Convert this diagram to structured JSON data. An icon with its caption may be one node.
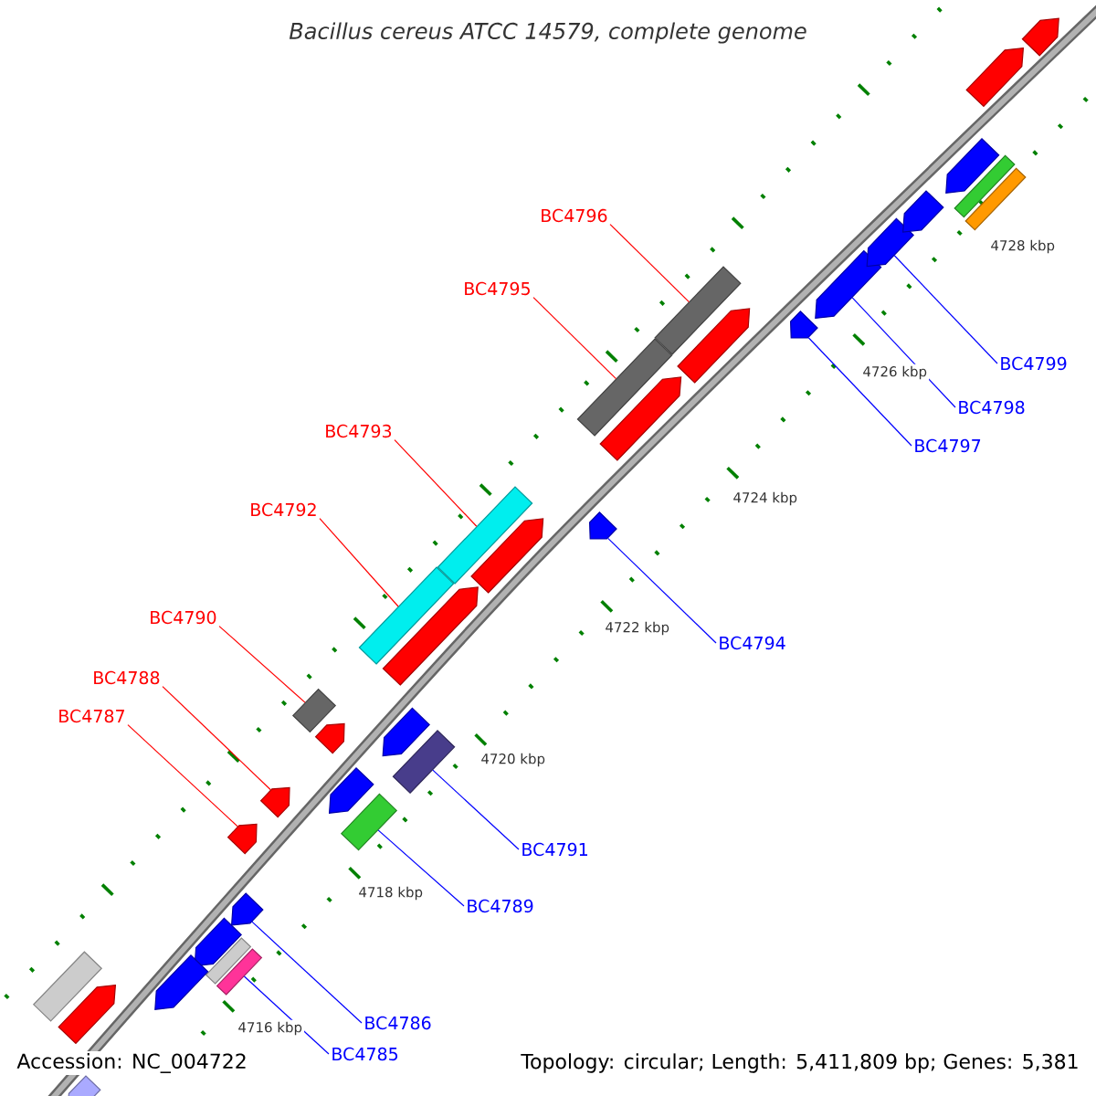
{
  "diagram": {
    "title": "Bacillus cereus ATCC 14579, complete genome",
    "nodes": [
      {
        "text": [
          "BC4796"
        ]
      },
      {
        "text": [
          "BC4795"
        ]
      },
      {
        "text": [
          "BC4799"
        ]
      },
      {
        "text": [
          "BC4798"
        ]
      },
      {
        "text": [
          "BC4797"
        ]
      },
      {
        "text": [
          "BC4793"
        ]
      },
      {
        "text": [
          "BC4792"
        ]
      },
      {
        "text": [
          "BC4794"
        ]
      },
      {
        "text": [
          "BC4790"
        ]
      },
      {
        "text": [
          "BC4788"
        ]
      },
      {
        "text": [
          "BC4787"
        ]
      },
      {
        "text": [
          "BC4791"
        ]
      },
      {
        "text": [
          "BC4789"
        ]
      },
      {
        "text": [
          "BC4786"
        ]
      },
      {
        "text": [
          "BC4785"
        ]
      },
      {
        "text": [],
        "shape": "pentagon"
      },
      {
        "text": [],
        "shape": "pentagon"
      },
      {
        "text": [],
        "shape": "box"
      },
      {
        "text": [],
        "shape": "pentagon"
      },
      {
        "text": [],
        "shape": "box"
      },
      {
        "text": [],
        "shape": "pentagon"
      },
      {
        "text": [],
        "shape": "box"
      },
      {
        "text": [],
        "shape": "box"
      },
      {
        "text": [],
        "shape": "pentagon"
      },
      {
        "text": [],
        "shape": "pentagon"
      },
      {
        "text": [],
        "shape": "box"
      },
      {
        "text": [],
        "shape": "pentagon"
      },
      {
        "text": [],
        "shape": "pentagon"
      },
      {
        "text": [],
        "shape": "pentagon"
      },
      {
        "text": [],
        "shape": "box"
      },
      {
        "text": [],
        "shape": "pentagon"
      },
      {
        "text": [],
        "shape": "pentagon"
      },
      {
        "text": [],
        "shape": "pentagon"
      },
      {
        "text": [],
        "shape": "pentagon"
      },
      {
        "text": [],
        "shape": "pentagon"
      },
      {
        "text": [],
        "shape": "pentagon"
      },
      {
        "text": [],
        "shape": "pentagon"
      },
      {
        "text": [],
        "shape": "box"
      },
      {
        "text": [],
        "shape": "box"
      },
      {
        "text": [],
        "shape": "pentagon"
      },
      {
        "text": [],
        "shape": "box"
      },
      {
        "text": [],
        "shape": "pentagon"
      },
      {
        "text": [],
        "shape": "box"
      },
      {
        "text": [],
        "shape": "pentagon"
      },
      {
        "text": [],
        "shape": "pentagon"
      },
      {
        "text": [],
        "shape": "box"
      },
      {
        "text": [],
        "shape": "box"
      },
      {
        "text": [],
        "shape": "pentagon"
      },
      {
        "text": [],
        "shape": "pentagon"
      }
    ],
    "edges": [
      {
        "from": 0,
        "to": 17,
        "arrow": "none",
        "color": "#ff0000"
      },
      {
        "from": 1,
        "to": 19,
        "arrow": "none",
        "color": "#ff0000"
      },
      {
        "from": 2,
        "to": 34,
        "arrow": "none"
      },
      {
        "from": 3,
        "to": 33,
        "arrow": "none"
      },
      {
        "from": 4,
        "to": 32,
        "arrow": "none"
      },
      {
        "from": 5,
        "to": 22,
        "arrow": "none",
        "color": "#ff0000"
      },
      {
        "from": 6,
        "to": 21,
        "arrow": "none",
        "color": "#ff0000"
      },
      {
        "from": 7,
        "to": 31,
        "arrow": "none"
      },
      {
        "from": 8,
        "to": 25,
        "arrow": "none",
        "color": "#ff0000"
      },
      {
        "from": 9,
        "to": 27,
        "arrow": "none",
        "color": "#ff0000"
      },
      {
        "from": 10,
        "to": 28,
        "arrow": "none",
        "color": "#ff0000"
      },
      {
        "from": 11,
        "to": 40,
        "arrow": "none"
      },
      {
        "from": 12,
        "to": 42,
        "arrow": "none"
      },
      {
        "from": 13,
        "to": 43,
        "arrow": "none"
      },
      {
        "from": 14,
        "to": 46,
        "arrow": "none"
      }
    ],
    "labels": [
      "4728 kbp",
      "4726 kbp",
      "4724 kbp",
      "4722 kbp",
      "4720 kbp",
      "4718 kbp",
      "4716 kbp",
      "Accession: NC_004722",
      "Topology: circular; Length: 5,411,809 bp; Genes: 5,381"
    ]
  }
}
